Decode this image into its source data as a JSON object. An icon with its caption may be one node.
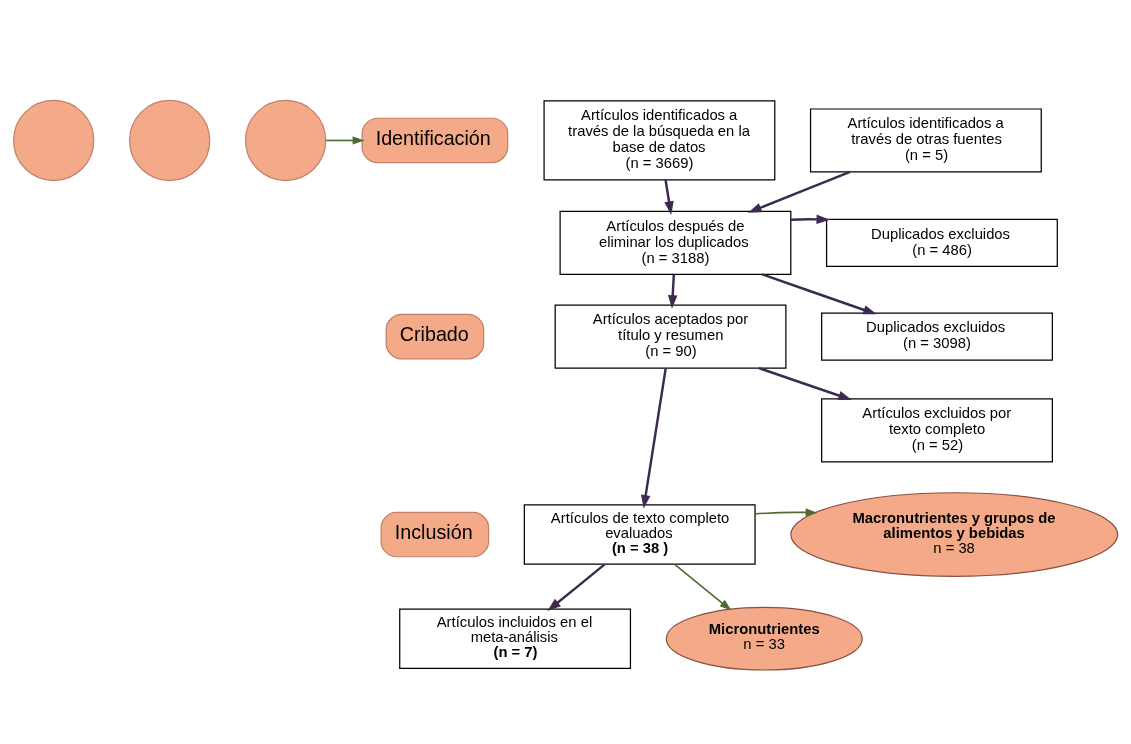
{
  "diagram": {
    "nodes": [
      {
        "text": [],
        "shape": "circle"
      },
      {
        "text": [],
        "shape": "circle"
      },
      {
        "text": [],
        "shape": "circle"
      },
      {
        "text": [
          "Identificación"
        ]
      },
      {
        "text": [
          "Cribado"
        ]
      },
      {
        "text": [
          "Inclusión"
        ]
      },
      {
        "text": [
          "Artículos identificados a través de la búsqueda en la base de datos",
          "(n = 3669)"
        ]
      },
      {
        "text": [
          "Artículos identificados a través de otras fuentes",
          "(n = 5)"
        ]
      },
      {
        "text": [
          "Artículos después de eliminar los duplicados",
          "(n = 3188)"
        ]
      },
      {
        "text": [
          "Duplicados excluidos",
          "(n = 486)"
        ]
      },
      {
        "text": [
          "Duplicados excluidos",
          "(n = 3098)"
        ]
      },
      {
        "text": [
          "Artículos aceptados por título y resumen",
          "(n = 90)"
        ]
      },
      {
        "text": [
          "Artículos excluidos por texto completo",
          "(n = 52)"
        ]
      },
      {
        "text": [
          "Artículos de texto completo evaluados",
          "(n = 38 )"
        ]
      },
      {
        "text": [
          "Macronutrientes y grupos de alimentos y bebidas",
          "n = 38"
        ]
      },
      {
        "text": [
          "Artículos incluidos en el meta-análisis",
          "(n = 7)"
        ]
      },
      {
        "text": [
          "Micronutrientes",
          "n = 33"
        ]
      }
    ],
    "edges": [
      {
        "from": 2,
        "to": 3,
        "arrow": "to",
        "color": "#4f6b2f"
      },
      {
        "from": 6,
        "to": 8,
        "arrow": "to"
      },
      {
        "from": 7,
        "to": 8,
        "arrow": "to"
      },
      {
        "from": 8,
        "to": 9,
        "arrow": "to"
      },
      {
        "from": 8,
        "to": 10,
        "arrow": "to"
      },
      {
        "from": 8,
        "to": 11,
        "arrow": "to"
      },
      {
        "from": 11,
        "to": 12,
        "arrow": "to"
      },
      {
        "from": 11,
        "to": 13,
        "arrow": "to"
      },
      {
        "from": 13,
        "to": 14,
        "arrow": "to",
        "color": "#4f6b2f"
      },
      {
        "from": 13,
        "to": 16,
        "arrow": "to",
        "color": "#4f6b2f"
      },
      {
        "from": 13,
        "to": 15,
        "arrow": "to"
      }
    ]
  }
}
